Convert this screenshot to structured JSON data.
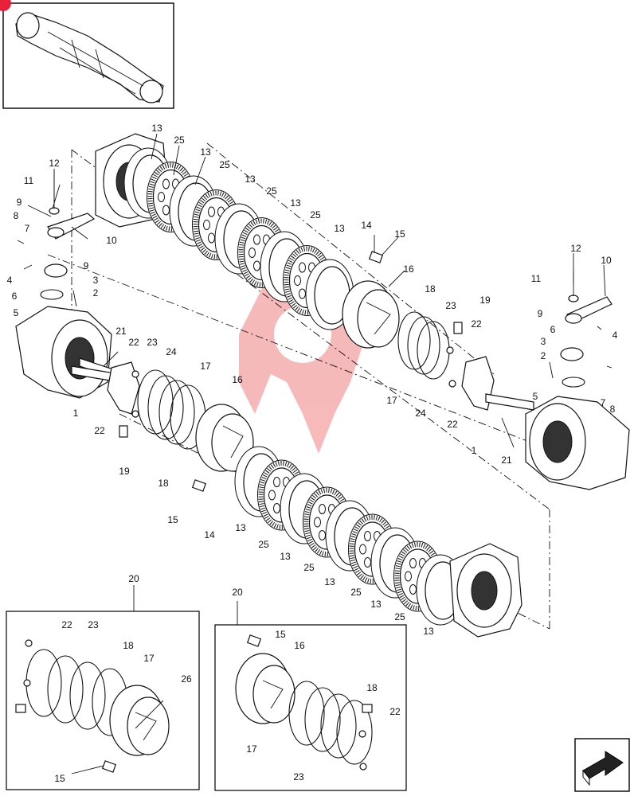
{
  "thumbnail": {
    "badge_color": "#e8203a",
    "accent_color": "#e8203a"
  },
  "watermark": {
    "color": "#f08080"
  },
  "callouts": [
    {
      "id": "c1",
      "text": "13"
    },
    {
      "id": "c2",
      "text": "25"
    },
    {
      "id": "c3",
      "text": "13"
    },
    {
      "id": "c4",
      "text": "25"
    },
    {
      "id": "c5",
      "text": "13"
    },
    {
      "id": "c6",
      "text": "25"
    },
    {
      "id": "c7",
      "text": "13"
    },
    {
      "id": "c8",
      "text": "25"
    },
    {
      "id": "c9",
      "text": "13"
    },
    {
      "id": "c10",
      "text": "12"
    },
    {
      "id": "c11",
      "text": "11"
    },
    {
      "id": "c12",
      "text": "9"
    },
    {
      "id": "c13",
      "text": "8"
    },
    {
      "id": "c14",
      "text": "7"
    },
    {
      "id": "c15",
      "text": "10"
    },
    {
      "id": "c16",
      "text": "9"
    },
    {
      "id": "c17",
      "text": "4"
    },
    {
      "id": "c18",
      "text": "3"
    },
    {
      "id": "c19",
      "text": "2"
    },
    {
      "id": "c20",
      "text": "6"
    },
    {
      "id": "c21",
      "text": "5"
    },
    {
      "id": "c22",
      "text": "14"
    },
    {
      "id": "c23",
      "text": "15"
    },
    {
      "id": "c24",
      "text": "16"
    },
    {
      "id": "c25",
      "text": "18"
    },
    {
      "id": "c26",
      "text": "23"
    },
    {
      "id": "c27",
      "text": "19"
    },
    {
      "id": "c28",
      "text": "22"
    },
    {
      "id": "c29",
      "text": "21"
    },
    {
      "id": "c30",
      "text": "22"
    },
    {
      "id": "c31",
      "text": "23"
    },
    {
      "id": "c32",
      "text": "24"
    },
    {
      "id": "c33",
      "text": "17"
    },
    {
      "id": "c34",
      "text": "16"
    },
    {
      "id": "c35",
      "text": "1"
    },
    {
      "id": "c36",
      "text": "22"
    },
    {
      "id": "c37",
      "text": "19"
    },
    {
      "id": "c38",
      "text": "18"
    },
    {
      "id": "c39",
      "text": "15"
    },
    {
      "id": "c40",
      "text": "14"
    },
    {
      "id": "c41",
      "text": "13"
    },
    {
      "id": "c42",
      "text": "25"
    },
    {
      "id": "c43",
      "text": "13"
    },
    {
      "id": "c44",
      "text": "25"
    },
    {
      "id": "c45",
      "text": "13"
    },
    {
      "id": "c46",
      "text": "25"
    },
    {
      "id": "c47",
      "text": "13"
    },
    {
      "id": "c48",
      "text": "25"
    },
    {
      "id": "c49",
      "text": "13"
    },
    {
      "id": "c50",
      "text": "17"
    },
    {
      "id": "c51",
      "text": "24"
    },
    {
      "id": "c52",
      "text": "22"
    },
    {
      "id": "c53",
      "text": "1"
    },
    {
      "id": "c54",
      "text": "21"
    },
    {
      "id": "c55",
      "text": "12"
    },
    {
      "id": "c56",
      "text": "10"
    },
    {
      "id": "c57",
      "text": "11"
    },
    {
      "id": "c58",
      "text": "9"
    },
    {
      "id": "c59",
      "text": "4"
    },
    {
      "id": "c60",
      "text": "6"
    },
    {
      "id": "c61",
      "text": "3"
    },
    {
      "id": "c62",
      "text": "2"
    },
    {
      "id": "c63",
      "text": "5"
    },
    {
      "id": "c64",
      "text": "7"
    },
    {
      "id": "c65",
      "text": "8"
    },
    {
      "id": "c66",
      "text": "20"
    },
    {
      "id": "c67",
      "text": "22"
    },
    {
      "id": "c68",
      "text": "23"
    },
    {
      "id": "c69",
      "text": "18"
    },
    {
      "id": "c70",
      "text": "17"
    },
    {
      "id": "c71",
      "text": "26"
    },
    {
      "id": "c72",
      "text": "15"
    },
    {
      "id": "c73",
      "text": "20"
    },
    {
      "id": "c74",
      "text": "15"
    },
    {
      "id": "c75",
      "text": "16"
    },
    {
      "id": "c76",
      "text": "18"
    },
    {
      "id": "c77",
      "text": "22"
    },
    {
      "id": "c78",
      "text": "17"
    },
    {
      "id": "c79",
      "text": "23"
    }
  ]
}
